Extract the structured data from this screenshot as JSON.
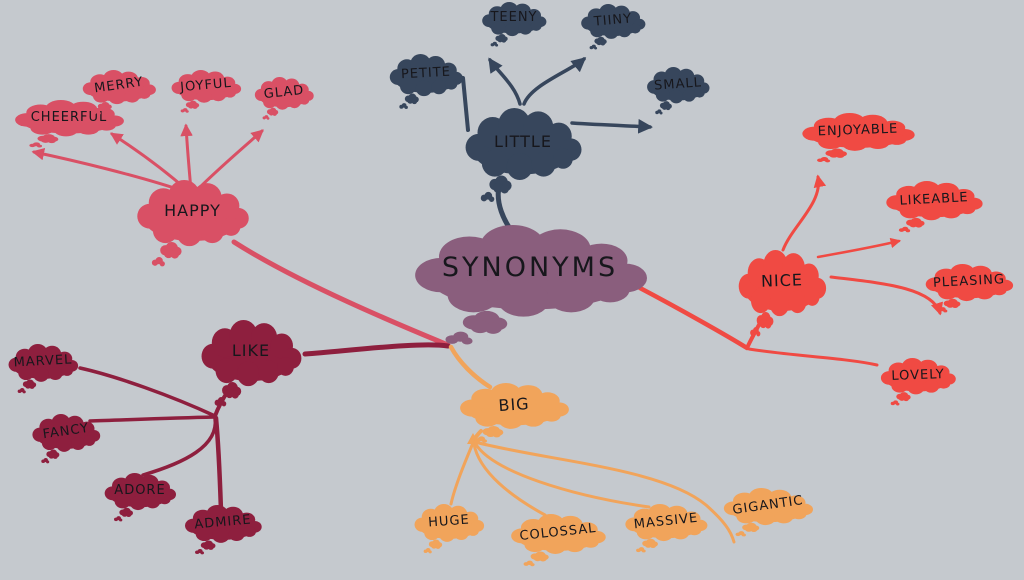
{
  "palette": {
    "background": "#c5c9ce",
    "text": "#17171c",
    "root_purple": "#8a5e7d",
    "navy": "#37465c",
    "happy_red": "#d95065",
    "nice_red": "#f04a43",
    "maroon": "#8e1f3e",
    "orange": "#f1a45b"
  },
  "mindmap": {
    "root": {
      "label": "SYNONYMS"
    },
    "branches": [
      {
        "label": "HAPPY",
        "color": "#d95065",
        "children": [
          {
            "label": "CHEERFUL"
          },
          {
            "label": "MERRY"
          },
          {
            "label": "JOYFUL"
          },
          {
            "label": "GLAD"
          }
        ]
      },
      {
        "label": "LITTLE",
        "color": "#37465c",
        "children": [
          {
            "label": "PETITE"
          },
          {
            "label": "TEENY"
          },
          {
            "label": "TIINY"
          },
          {
            "label": "SMALL"
          }
        ]
      },
      {
        "label": "NICE",
        "color": "#f04a43",
        "children": [
          {
            "label": "ENJOYABLE"
          },
          {
            "label": "LIKEABLE"
          },
          {
            "label": "PLEASING"
          },
          {
            "label": "LOVELY"
          }
        ]
      },
      {
        "label": "LIKE",
        "color": "#8e1f3e",
        "children": [
          {
            "label": "MARVEL"
          },
          {
            "label": "FANCY"
          },
          {
            "label": "ADORE"
          },
          {
            "label": "ADMIRE"
          }
        ]
      },
      {
        "label": "BIG",
        "color": "#f1a45b",
        "children": [
          {
            "label": "HUGE"
          },
          {
            "label": "COLOSSAL"
          },
          {
            "label": "MASSIVE"
          },
          {
            "label": "GIGANTIC"
          }
        ]
      }
    ]
  }
}
